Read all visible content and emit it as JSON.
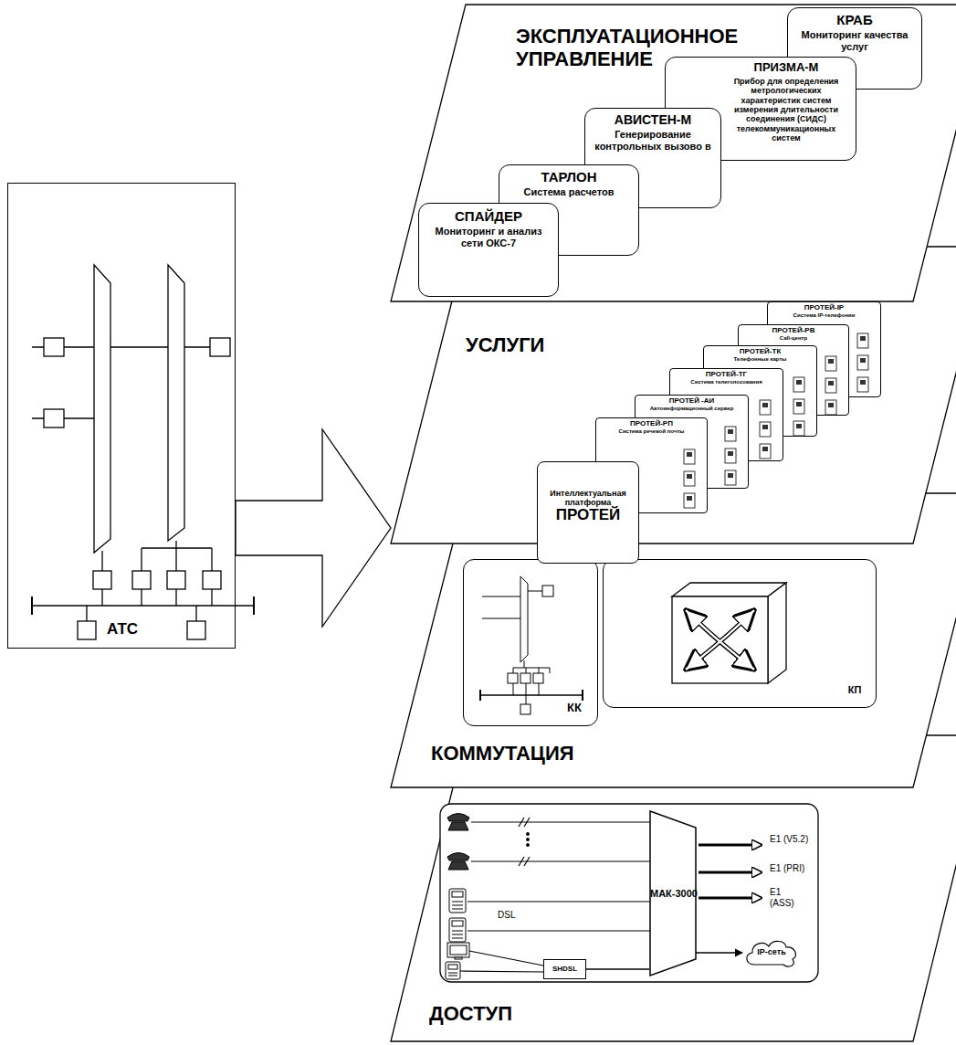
{
  "diagram": {
    "nodes": [
      {
        "text": [
          "АТС"
        ]
      },
      {
        "text": [
          "ЭКСПЛУАТАЦИОННОЕ УПРАВЛЕНИЕ"
        ]
      },
      {
        "text": [
          "КРАБ",
          "Мониторинг качества услуг"
        ],
        "in": 1
      },
      {
        "text": [
          "ПРИЗМА-М",
          "Прибор для определения метрологических характеристик систем измерения длительности соединения (СИДС) телекоммуникационных систем"
        ],
        "in": 1
      },
      {
        "text": [
          "АВИСТЕН-М",
          "Генерирование контрольных вызово в"
        ],
        "in": 1
      },
      {
        "text": [
          "ТАРЛОН",
          "Система расчетов"
        ],
        "in": 1
      },
      {
        "text": [
          "СПАЙДЕР",
          "Мониторинг и анализ сети ОКС-7"
        ],
        "in": 1
      },
      {
        "text": [
          "УСЛУГИ"
        ]
      },
      {
        "text": [
          "ПРОТЕЙ-IP",
          "Система IP-телефонии"
        ],
        "in": 7
      },
      {
        "text": [
          "ПРОТЕЙ-РВ",
          "Call-центр"
        ],
        "in": 7
      },
      {
        "text": [
          "ПРОТЕЙ-ТК",
          "Телефонные карты"
        ],
        "in": 7
      },
      {
        "text": [
          "ПРОТЕЙ-ТГ",
          "Система телеголосования"
        ],
        "in": 7
      },
      {
        "text": [
          "ПРОТЕЙ -АИ",
          "Автоинформационный сервер"
        ],
        "in": 7
      },
      {
        "text": [
          "ПРОТЕЙ-РП",
          "Система речевой почты"
        ],
        "in": 7
      },
      {
        "text": [
          "Интеллектуальная платформа",
          "ПРОТЕЙ"
        ],
        "in": 7
      },
      {
        "text": [
          "КОММУТАЦИЯ"
        ]
      },
      {
        "text": [
          "КК"
        ],
        "in": 15
      },
      {
        "text": [
          "КП"
        ],
        "in": 15
      },
      {
        "text": [
          "ДОСТУП"
        ]
      },
      {
        "text": [
          "SHDSL"
        ],
        "in": 18
      },
      {
        "text": [
          "МАК-3000"
        ],
        "in": 18
      },
      {
        "text": [
          "IP-сеть"
        ],
        "in": 18
      }
    ],
    "edges": [
      {
        "from": 0,
        "to": 7,
        "arrow": "to"
      },
      {
        "from": 19,
        "to": 20,
        "arrow": "none"
      },
      {
        "from": 20,
        "to": 21,
        "arrow": "to"
      }
    ],
    "labels": [
      "DSL",
      "E1 (V5.2)",
      "E1 (PRI)",
      "E1 (ASS)"
    ]
  }
}
